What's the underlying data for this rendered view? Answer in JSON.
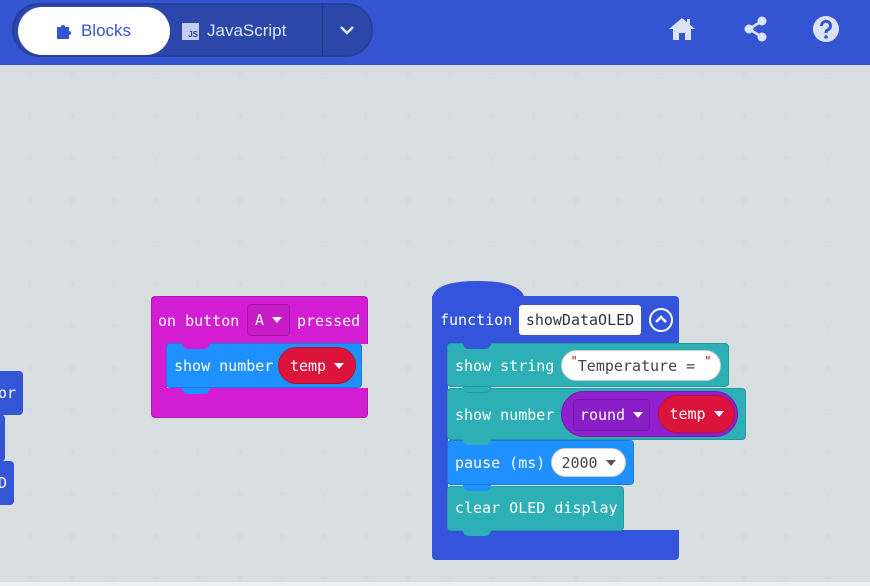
{
  "header": {
    "tabs": [
      {
        "label": "Blocks",
        "icon": "puzzle-icon"
      },
      {
        "label": "JavaScript",
        "icon": "js-icon",
        "icon_text": "JS"
      }
    ],
    "icons": [
      "home-icon",
      "share-icon",
      "help-icon"
    ]
  },
  "colors": {
    "header": "#3454d1",
    "event": "#d21dd2",
    "function": "#3455db",
    "display": "#2cb0b5",
    "basic": "#1e90ff",
    "variable": "#dc143c",
    "math": "#9020cf"
  },
  "partial_blocks": [
    {
      "text": "or"
    },
    {
      "text": "D"
    }
  ],
  "event_block": {
    "prefix": "on button",
    "button": "A",
    "suffix": "pressed",
    "child": {
      "label": "show number",
      "variable": "temp"
    }
  },
  "function_block": {
    "keyword": "function",
    "name": "showDataOLED",
    "children": [
      {
        "label": "show string",
        "value": "Temperature = ",
        "quote": "\""
      },
      {
        "label": "show number",
        "op": "round",
        "variable": "temp"
      },
      {
        "label": "pause (ms)",
        "value": "2000"
      },
      {
        "label": "clear OLED display"
      }
    ]
  }
}
